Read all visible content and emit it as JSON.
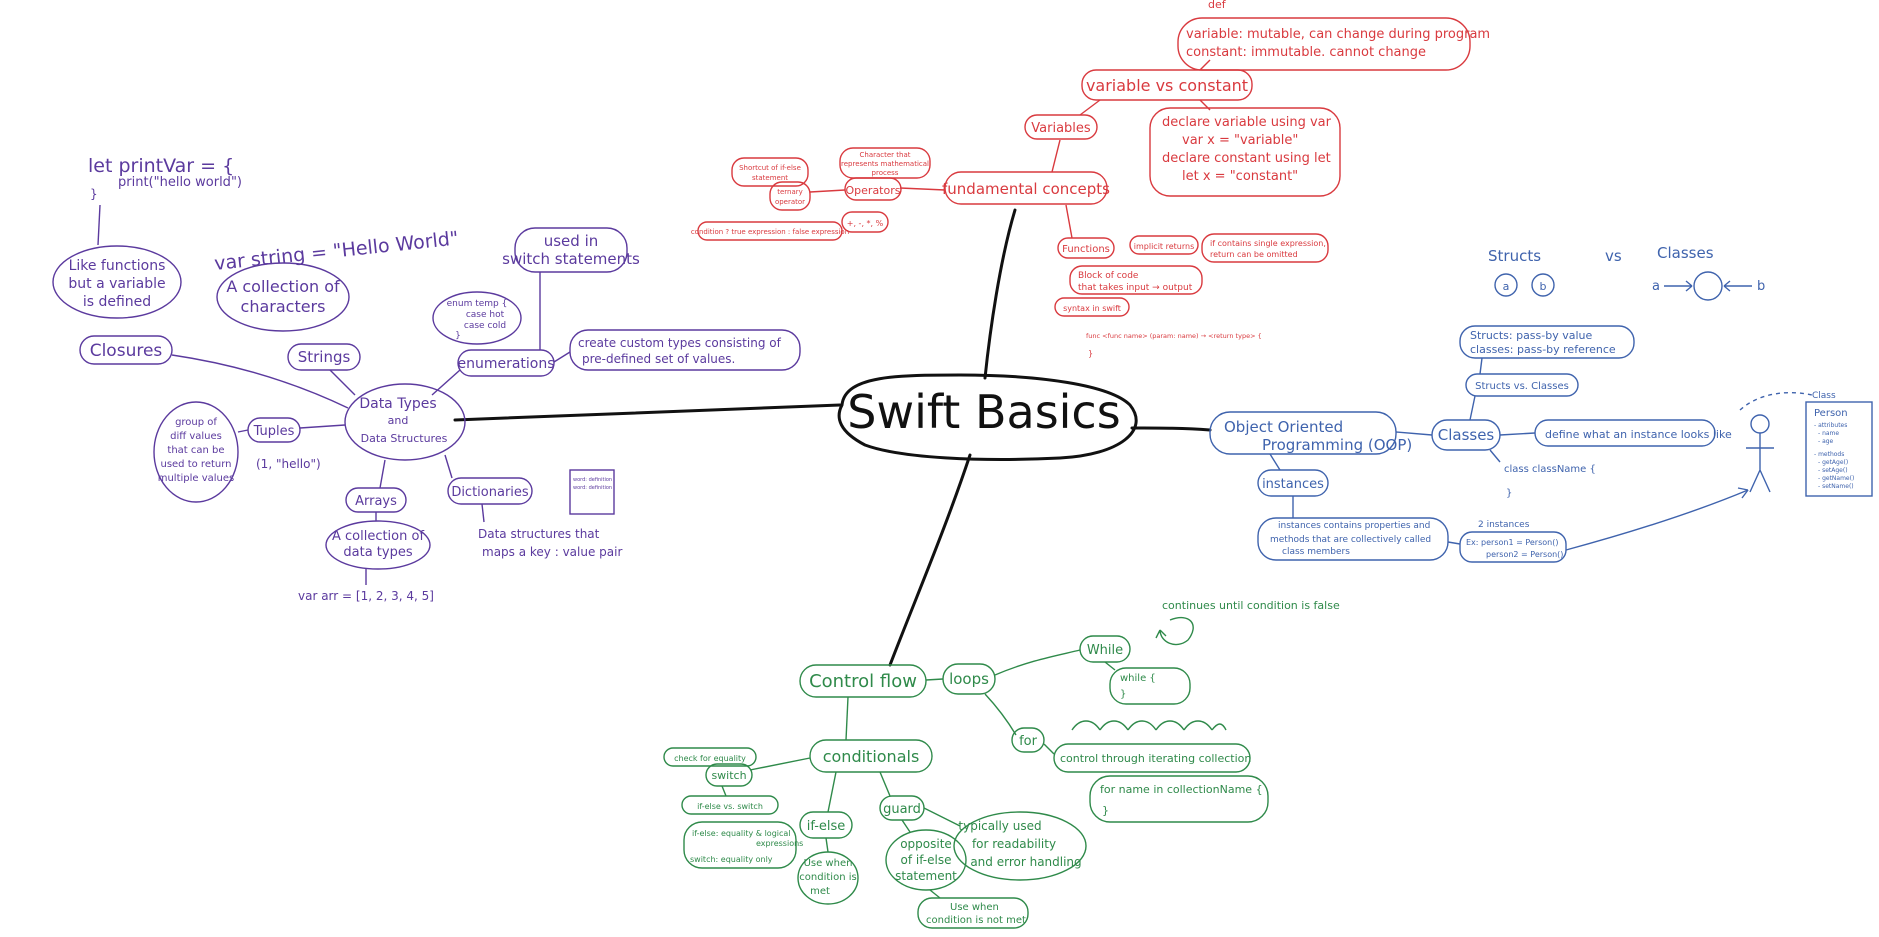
{
  "colors": {
    "center": "#111111",
    "fundamentals": "#d93a3f",
    "data_types": "#5b3a9e",
    "oop": "#3f63ad",
    "control_flow": "#2f8a4a"
  },
  "center": {
    "title": "Swift Basics"
  },
  "fundamentals": {
    "def": "def",
    "title": "fundamental concepts",
    "variables": "Variables",
    "var_vs_const": "variable vs constant",
    "def_line1": "variable: mutable, can change during program",
    "def_line2": "constant: immutable. cannot change",
    "declare_1": "declare variable using var",
    "declare_2": "var x = \"variable\"",
    "declare_3": "declare constant using let",
    "declare_4": "let x = \"constant\"",
    "operators": "Operators",
    "op_note_1": "Character that",
    "op_note_2": "represents mathematical",
    "op_note_3": "process",
    "shortcut_1": "Shortcut of if-else",
    "shortcut_2": "statement",
    "ternary_1": "ternary",
    "ternary_2": "operator",
    "op_symbols": "+, -, *, %",
    "ternary_syntax": "condition ? true expression : false expression",
    "functions": "Functions",
    "implicit": "implicit returns",
    "implicit_note_1": "if contains single expression,",
    "implicit_note_2": "return can be omitted",
    "func_desc_1": "Block of code",
    "func_desc_2": "that takes input → output",
    "syntax": "syntax in swift",
    "syntax_line": "func <func name> (param: name) → <return type> {",
    "syntax_close": "}"
  },
  "data_types": {
    "title_1": "Data Types",
    "title_2": "and",
    "title_3": "Data Structures",
    "closures": "Closures",
    "closure_desc_1": "Like functions",
    "closure_desc_2": "but a variable",
    "closure_desc_3": "is defined",
    "closure_code_1": "let printVar = {",
    "closure_code_2": "print(\"hello world\")",
    "closure_code_3": "}",
    "strings": "Strings",
    "strings_desc_1": "A collection of",
    "strings_desc_2": "characters",
    "strings_example": "var string = \"Hello World\"",
    "enumerations": "enumerations",
    "enum_used_1": "used in",
    "enum_used_2": "switch statements",
    "enum_code_1": "enum temp {",
    "enum_code_2": "case hot",
    "enum_code_3": "case cold",
    "enum_code_4": "}",
    "enum_desc_1": "create custom types consisting of",
    "enum_desc_2": "pre-defined set of values.",
    "tuples": "Tuples",
    "tuples_desc_1": "group of",
    "tuples_desc_2": "diff values",
    "tuples_desc_3": "that can be",
    "tuples_desc_4": "used to return",
    "tuples_desc_5": "multiple values",
    "tuples_example": "(1, \"hello\")",
    "arrays": "Arrays",
    "arrays_desc_1": "A collection of",
    "arrays_desc_2": "data types",
    "arrays_example": "var arr = [1, 2, 3, 4, 5]",
    "dictionaries": "Dictionaries",
    "dict_desc_1": "Data structures that",
    "dict_desc_2": "maps a key : value pair",
    "dict_box_1": "word: definition",
    "dict_box_2": "word: definition"
  },
  "oop": {
    "title_1": "Object Oriented",
    "title_2": "Programming (OOP)",
    "instances": "instances",
    "instances_desc_1": "instances contains properties and",
    "instances_desc_2": "methods that are collectively called",
    "instances_desc_3": "class members",
    "two_instances": "2 instances",
    "example_1": "Ex: person1 = Person()",
    "example_2": "person2 = Person()",
    "classes": "Classes",
    "classes_desc": "define what an instance looks like",
    "class_code_1": "class className {",
    "class_code_2": "}",
    "svc": "Structs vs. Classes",
    "svc_1": "Structs: pass-by value",
    "svc_2": "classes: pass-by reference",
    "cmp_structs": "Structs",
    "cmp_vs": "vs",
    "cmp_classes": "Classes",
    "cmp_a": "a",
    "cmp_b": "b",
    "class_box": "Class",
    "person": "Person",
    "attributes": "- attributes",
    "attr_1": "- name",
    "attr_2": "- age",
    "methods": "- methods",
    "m_1": "- getAge()",
    "m_2": "- setAge()",
    "m_3": "- getName()",
    "m_4": "- setName()"
  },
  "control_flow": {
    "title": "Control flow",
    "loops": "loops",
    "while": "While",
    "while_note": "continues until condition is false",
    "while_code_1": "while {",
    "while_code_2": "}",
    "for": "for",
    "for_desc": "control through iterating collection",
    "for_code_1": "for name in collectionName {",
    "for_code_2": "}",
    "conditionals": "conditionals",
    "switch": "switch",
    "check_eq": "check for equality",
    "ifelse_vs_switch": "if-else vs. switch",
    "ifelse_cmp_1": "if-else: equality & logical",
    "ifelse_cmp_2": "expressions",
    "switch_cmp": "switch: equality only",
    "ifelse": "if-else",
    "ifelse_desc_1": "Use when",
    "ifelse_desc_2": "condition is",
    "ifelse_desc_3": "met",
    "guard": "guard",
    "guard_desc_1": "opposite",
    "guard_desc_2": "of if-else",
    "guard_desc_3": "statement",
    "guard_use_1": "Use when",
    "guard_use_2": "condition is not met",
    "guard_typical_1": "typically used",
    "guard_typical_2": "for readability",
    "guard_typical_3": "and error handling"
  }
}
